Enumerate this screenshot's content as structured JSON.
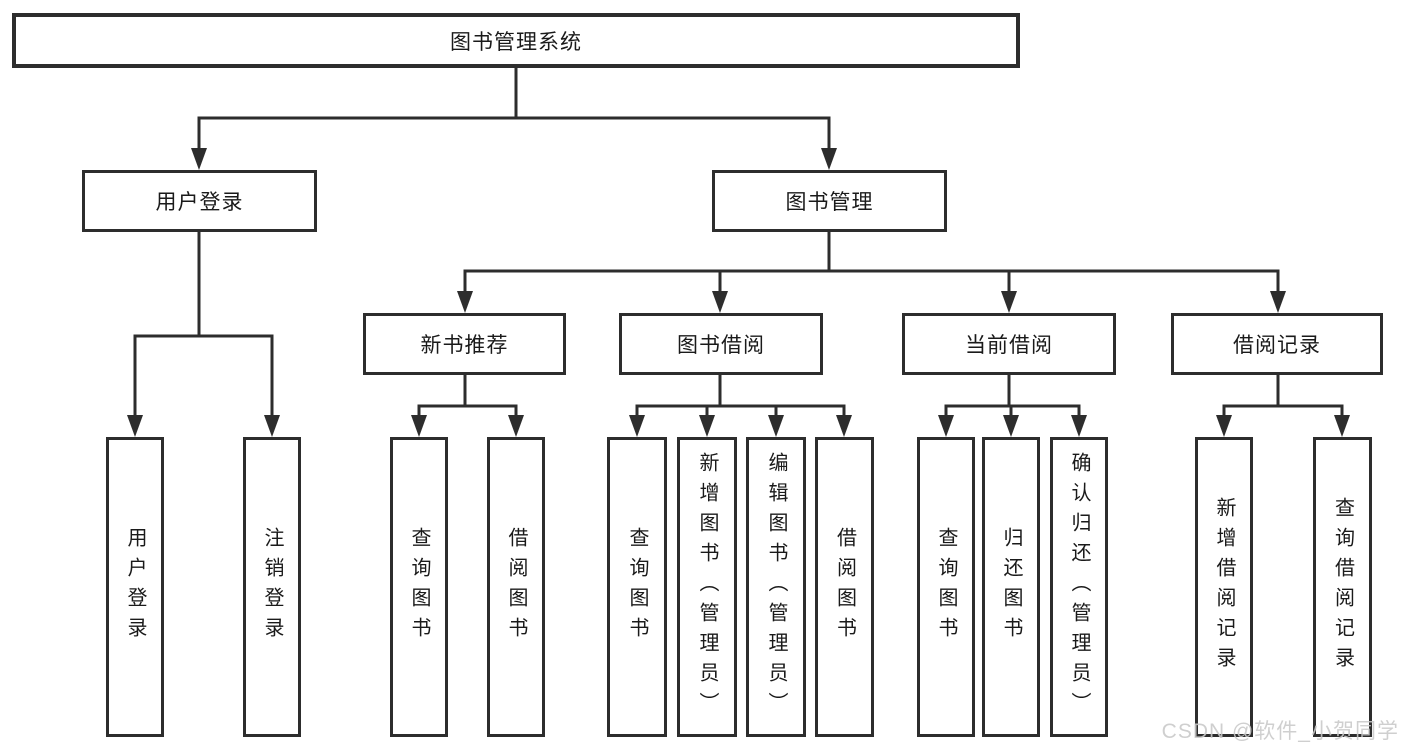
{
  "diagram": {
    "root": {
      "label": "图书管理系统"
    },
    "level2": [
      {
        "id": "user-login",
        "label": "用户登录"
      },
      {
        "id": "book-management",
        "label": "图书管理"
      }
    ],
    "level3": [
      {
        "id": "new-book-recommendation",
        "parent": "图书管理",
        "label": "新书推荐"
      },
      {
        "id": "book-borrowing",
        "parent": "图书管理",
        "label": "图书借阅"
      },
      {
        "id": "current-borrowing",
        "parent": "图书管理",
        "label": "当前借阅"
      },
      {
        "id": "borrowing-records",
        "parent": "图书管理",
        "label": "借阅记录"
      }
    ],
    "leaves": [
      {
        "parent": "用户登录",
        "label": "用户登录"
      },
      {
        "parent": "用户登录",
        "label": "注销登录"
      },
      {
        "parent": "新书推荐",
        "label": "查询图书"
      },
      {
        "parent": "新书推荐",
        "label": "借阅图书"
      },
      {
        "parent": "图书借阅",
        "label": "查询图书"
      },
      {
        "parent": "图书借阅",
        "label": "新增图书（管理员）"
      },
      {
        "parent": "图书借阅",
        "label": "编辑图书（管理员）"
      },
      {
        "parent": "图书借阅",
        "label": "借阅图书"
      },
      {
        "parent": "当前借阅",
        "label": "查询图书"
      },
      {
        "parent": "当前借阅",
        "label": "归还图书"
      },
      {
        "parent": "当前借阅",
        "label": "确认归还（管理员）"
      },
      {
        "parent": "借阅记录",
        "label": "新增借阅记录"
      },
      {
        "parent": "借阅记录",
        "label": "查询借阅记录"
      }
    ],
    "watermark": "CSDN @软件_小贺同学",
    "colors": {
      "line": "#2d2d2d",
      "border": "#2d2d2d",
      "text": "#1a1a1a",
      "background": "#ffffff",
      "watermark": "#c9c9c9"
    }
  }
}
